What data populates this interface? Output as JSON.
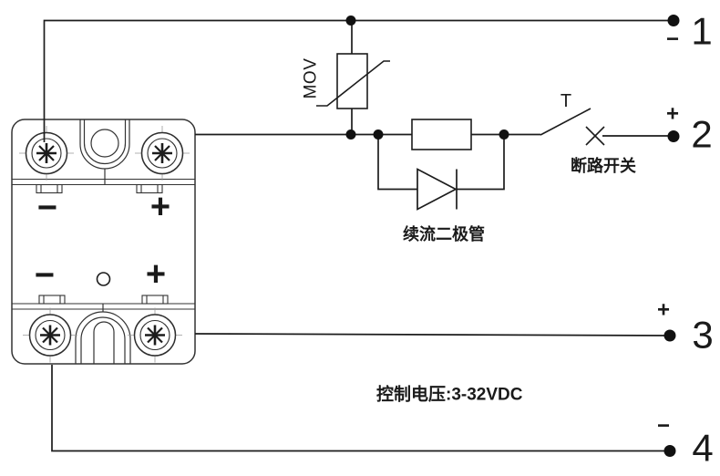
{
  "device": {
    "load_minus": "−",
    "load_plus": "+",
    "control_minus": "−",
    "control_plus": "+"
  },
  "components": {
    "mov": "MOV",
    "switch_t": "T",
    "breaker_switch": "断路开关",
    "freewheel_diode": "续流二极管",
    "control_voltage": "控制电压:3-32VDC"
  },
  "terminals": [
    {
      "number": "1",
      "polarity": "−"
    },
    {
      "number": "2",
      "polarity": "+"
    },
    {
      "number": "3",
      "polarity": "+"
    },
    {
      "number": "4",
      "polarity": "−"
    }
  ],
  "colors": {
    "wire": "#1c1c1c",
    "device_outline": "#333333",
    "background": "#ffffff"
  }
}
